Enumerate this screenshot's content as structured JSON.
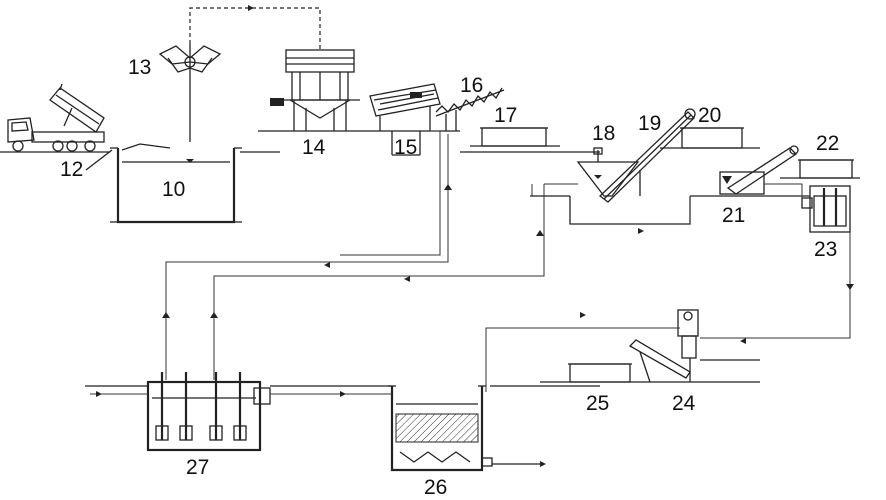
{
  "labels": {
    "l10": "10",
    "l12": "12",
    "l13": "13",
    "l14": "14",
    "l15": "15",
    "l16": "16",
    "l17": "17",
    "l18": "18",
    "l19": "19",
    "l20": "20",
    "l21": "21",
    "l22": "22",
    "l23": "23",
    "l24": "24",
    "l25": "25",
    "l26": "26",
    "l27": "27"
  }
}
